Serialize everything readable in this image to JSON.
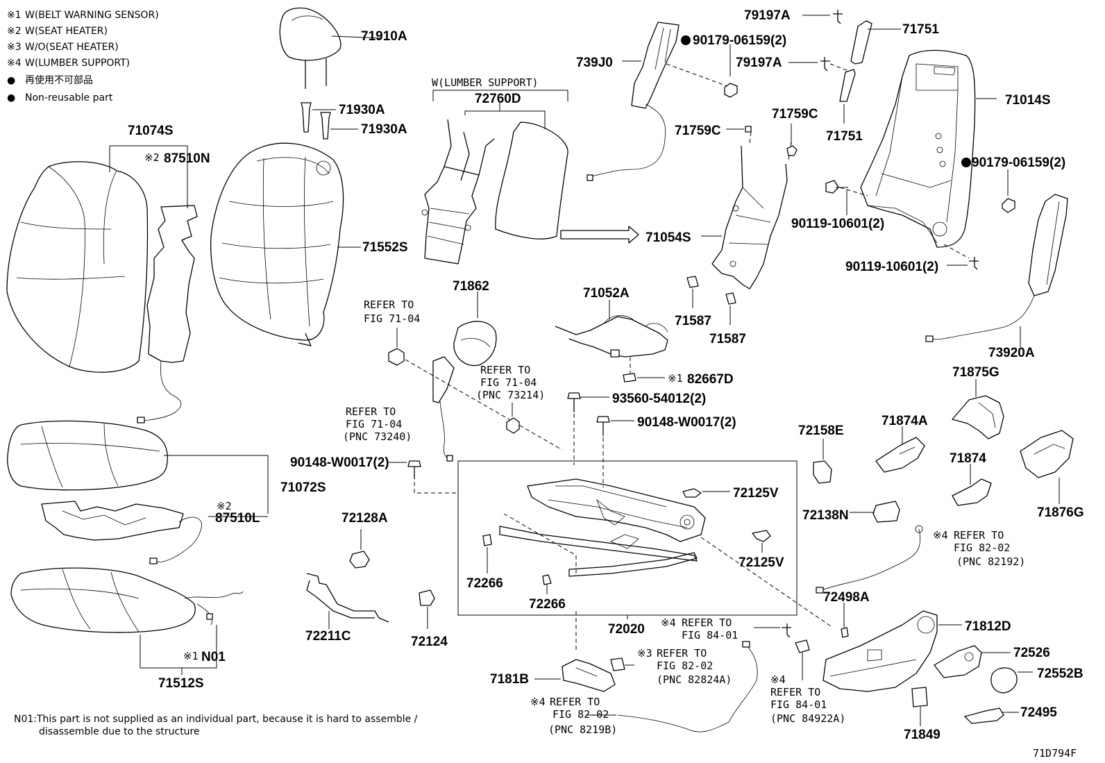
{
  "legend": [
    {
      "mark": "※1",
      "text": "W(BELT WARNING SENSOR)"
    },
    {
      "mark": "※2",
      "text": "W(SEAT HEATER)"
    },
    {
      "mark": "※3",
      "text": "W/O(SEAT HEATER)"
    },
    {
      "mark": "※4",
      "text": "W(LUMBER SUPPORT)"
    },
    {
      "mark": "●",
      "text": "再使用不可部品"
    },
    {
      "mark": "●",
      "text": "Non-reusable part"
    }
  ],
  "group_label": "W(LUMBER SUPPORT)",
  "parts": {
    "p71910A": "71910A",
    "p71930A_1": "71930A",
    "p71930A_2": "71930A",
    "p71074S": "71074S",
    "p87510N": "87510N",
    "p87510N_mark": "※2",
    "p71552S": "71552S",
    "p72760D": "72760D",
    "p739J0": "739J0",
    "p90179_1": "90179-06159(2)",
    "p79197A_1": "79197A",
    "p71751_1": "71751",
    "p79197A_2": "79197A",
    "p71751_2": "71751",
    "p71759C_1": "71759C",
    "p71759C_2": "71759C",
    "p71054S": "71054S",
    "p71014S": "71014S",
    "p90179_2": "90179-06159(2)",
    "p90119_1": "90119-10601(2)",
    "p90119_2": "90119-10601(2)",
    "p71587_1": "71587",
    "p71587_2": "71587",
    "p73920A": "73920A",
    "p71862": "71862",
    "p71052A": "71052A",
    "p82667D": "82667D",
    "p82667D_mark": "※1",
    "p93560": "93560-54012(2)",
    "p90148_1": "90148-W0017(2)",
    "p90148_2": "90148-W0017(2)",
    "p71072S": "71072S",
    "p87510L": "87510L",
    "p87510L_mark": "※2",
    "p72125V_1": "72125V",
    "p72125V_2": "72125V",
    "p72158E": "72158E",
    "p71874A": "71874A",
    "p71875G": "71875G",
    "p71874": "71874",
    "p71876G": "71876G",
    "p72138N": "72138N",
    "p72128A": "72128A",
    "p72266_1": "72266",
    "p72266_2": "72266",
    "p72498A": "72498A",
    "p72211C": "72211C",
    "p72124": "72124",
    "p72020": "72020",
    "p71812D": "71812D",
    "p72526": "72526",
    "p72552B": "72552B",
    "p72495": "72495",
    "p71849": "71849",
    "p7181B": "7181B",
    "pN01": "N01",
    "pN01_mark": "※1",
    "p71512S": "71512S"
  },
  "refs": {
    "r1": {
      "l1": "REFER TO",
      "l2": "FIG 71-04"
    },
    "r2": {
      "l1": "REFER TO",
      "l2": "FIG 71-04",
      "l3": "(PNC 73214)"
    },
    "r3": {
      "l1": "REFER TO",
      "l2": "FIG 71-04",
      "l3": "(PNC 73240)"
    },
    "r4": {
      "mark": "※4",
      "l1": "REFER TO",
      "l2": "FIG 82-02",
      "l3": "(PNC 82192)"
    },
    "r5": {
      "mark": "※4",
      "l1": "REFER TO",
      "l2": "FIG 84-01"
    },
    "r6": {
      "mark": "※3",
      "l1": "REFER TO",
      "l2": "FIG 82-02",
      "l3": "(PNC 82824A)"
    },
    "r7": {
      "mark": "※4",
      "l1": "REFER TO",
      "l2": "FIG 84-01",
      "l3": "(PNC 84922A)"
    },
    "r8": {
      "mark": "※4",
      "l1": "REFER TO",
      "l2": "FIG 82-02",
      "l3": "(PNC 8219B)"
    }
  },
  "footnote": {
    "line1": "N01:This part is not supplied as an individual part, because it is hard to assemble /",
    "line2": "disassemble due to the structure"
  },
  "figure_id": "71D794F"
}
